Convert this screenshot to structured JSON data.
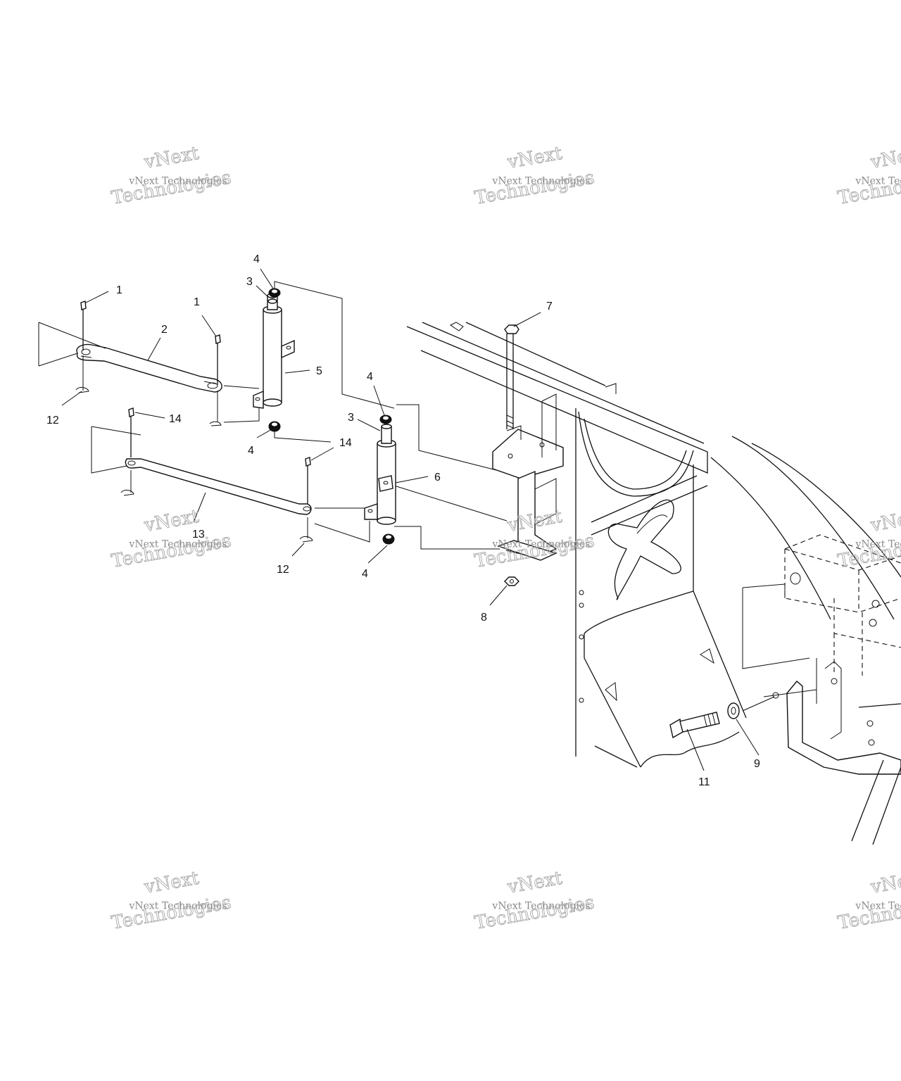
{
  "watermark": {
    "line1": "vNext",
    "line2": "vNext Technologies",
    "line3": "Technologies"
  },
  "callouts": [
    {
      "id": "c1a",
      "text": "1"
    },
    {
      "id": "c1b",
      "text": "1"
    },
    {
      "id": "c2",
      "text": "2"
    },
    {
      "id": "c3a",
      "text": "3"
    },
    {
      "id": "c3b",
      "text": "3"
    },
    {
      "id": "c4a",
      "text": "4"
    },
    {
      "id": "c4b",
      "text": "4"
    },
    {
      "id": "c4c",
      "text": "4"
    },
    {
      "id": "c4d",
      "text": "4"
    },
    {
      "id": "c5",
      "text": "5"
    },
    {
      "id": "c6",
      "text": "6"
    },
    {
      "id": "c7",
      "text": "7"
    },
    {
      "id": "c8",
      "text": "8"
    },
    {
      "id": "c9",
      "text": "9"
    },
    {
      "id": "c11",
      "text": "11"
    },
    {
      "id": "c12a",
      "text": "12"
    },
    {
      "id": "c12b",
      "text": "12"
    },
    {
      "id": "c13",
      "text": "13"
    },
    {
      "id": "c14a",
      "text": "14"
    },
    {
      "id": "c14b",
      "text": "14"
    }
  ]
}
